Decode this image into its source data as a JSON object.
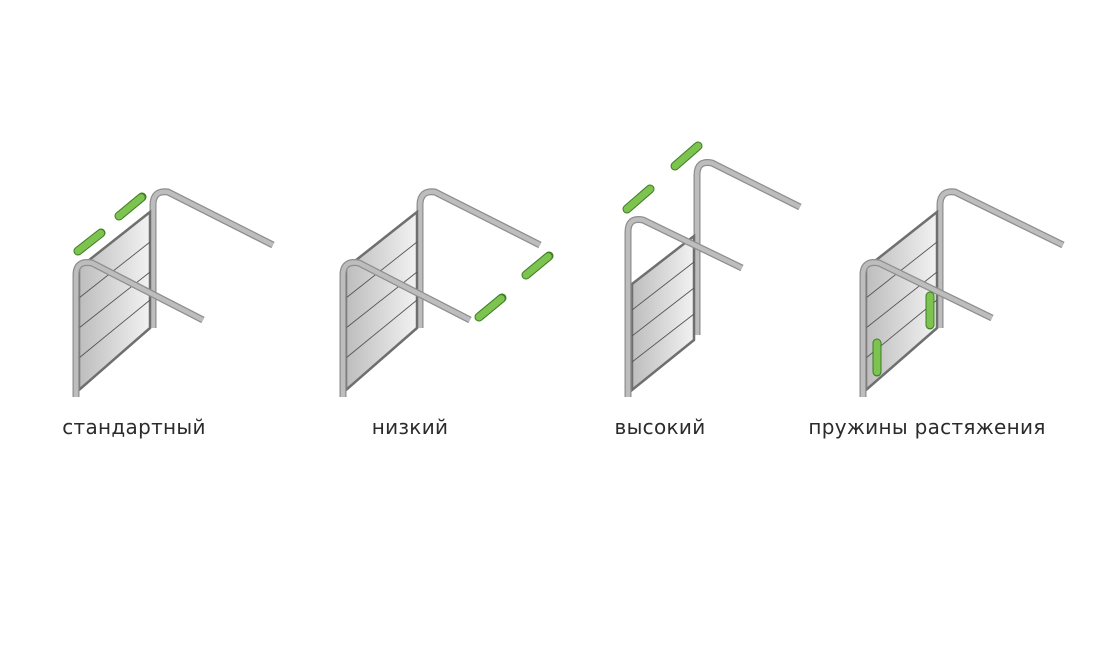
{
  "labels": {
    "standard": "стандартный",
    "low": "низкий",
    "high": "высокий",
    "extension_springs": "пружины растяжения"
  },
  "colors": {
    "track": "#b5b5b5",
    "spring": "#6db33f",
    "panel": "#d8d8d8",
    "text": "#2b2b2b"
  }
}
